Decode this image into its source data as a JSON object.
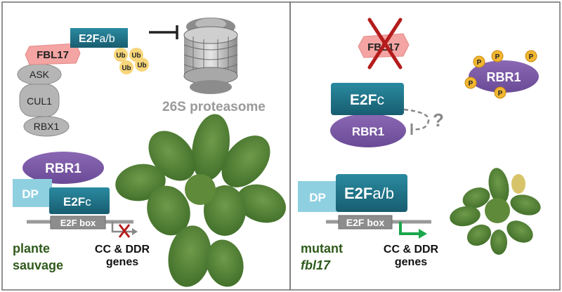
{
  "left_panel": {
    "e2f_ab": {
      "main": "E2F",
      "sub": "a/b"
    },
    "fbl17": "FBL17",
    "ub_tags": [
      "Ub",
      "Ub",
      "Ub",
      "Ub"
    ],
    "ask": "ASK",
    "cul1": "CUL1",
    "rbx1": "RBX1",
    "proteasome_label": "26S proteasome",
    "rbr1": "RBR1",
    "dp": "DP",
    "e2fc": {
      "main": "E2F",
      "sub": "c"
    },
    "e2f_box": "E2F box",
    "genes_line1": "CC & DDR",
    "genes_line2": "genes",
    "caption_line1": "plante",
    "caption_line2": "sauvage"
  },
  "right_panel": {
    "fbl17_deleted": "FBL17",
    "phospho": [
      "P",
      "P",
      "P",
      "P",
      "P"
    ],
    "rbr1_phospho": "RBR1",
    "e2fc": {
      "main": "E2F",
      "sub": "c"
    },
    "rbr1": "RBR1",
    "question": "?",
    "dp": "DP",
    "e2f_ab": {
      "main": "E2F",
      "sub": "a/b"
    },
    "e2f_box": "E2F box",
    "genes_line1": "CC & DDR",
    "genes_line2": "genes",
    "caption_line1": "mutant",
    "caption_line2": "fbl17"
  },
  "colors": {
    "teal": "#1f7186",
    "purple": "#7a58a4",
    "salmon": "#f4a4a2",
    "grey_protein": "#b8b8b8",
    "ub_yellow": "#f7d67a",
    "phospho_orange": "#f2b632",
    "dp_blue": "#8fd0e0",
    "green_text": "#2f5a1c",
    "arrow_green": "#1aa64a",
    "cross_red": "#b51c1c"
  }
}
